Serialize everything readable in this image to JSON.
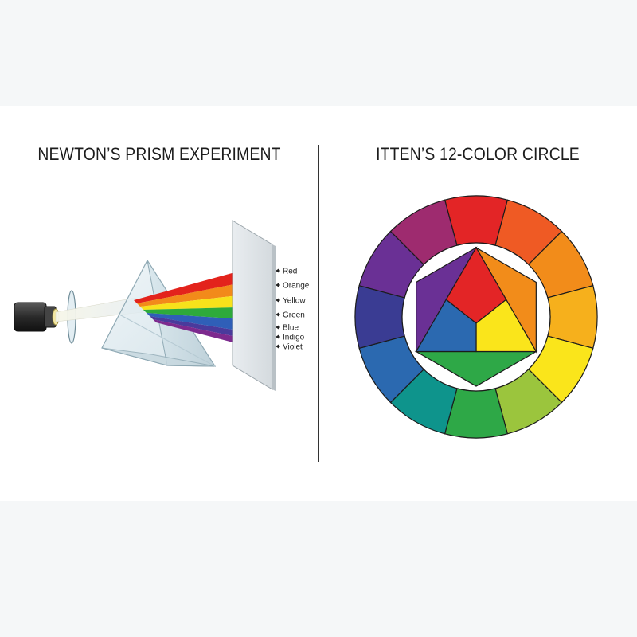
{
  "left_panel": {
    "title": "NEWTON’S PRISM EXPERIMENT",
    "spectrum": [
      {
        "label": "Red",
        "color": "#e3231c"
      },
      {
        "label": "Orange",
        "color": "#f28a1a"
      },
      {
        "label": "Yellow",
        "color": "#f7e21b"
      },
      {
        "label": "Green",
        "color": "#2eaa3b"
      },
      {
        "label": "Blue",
        "color": "#2f5fb8"
      },
      {
        "label": "Indigo",
        "color": "#4a3a9c"
      },
      {
        "label": "Violet",
        "color": "#7d2a8e"
      }
    ]
  },
  "right_panel": {
    "title": "ITTEN’S 12-COLOR CIRCLE",
    "ring_colors": [
      "#e32526",
      "#ef5a24",
      "#f28c1a",
      "#f6b01c",
      "#fae51b",
      "#9bc53d",
      "#2ea847",
      "#0e948c",
      "#2b69b0",
      "#3a3c93",
      "#6a3095",
      "#9e2b6f"
    ],
    "secondary_colors": {
      "orange": "#f28c1a",
      "green": "#2ea847",
      "violet": "#6a3095"
    },
    "primary_colors": {
      "red": "#e32526",
      "yellow": "#fae51b",
      "blue": "#2b69b0"
    }
  }
}
